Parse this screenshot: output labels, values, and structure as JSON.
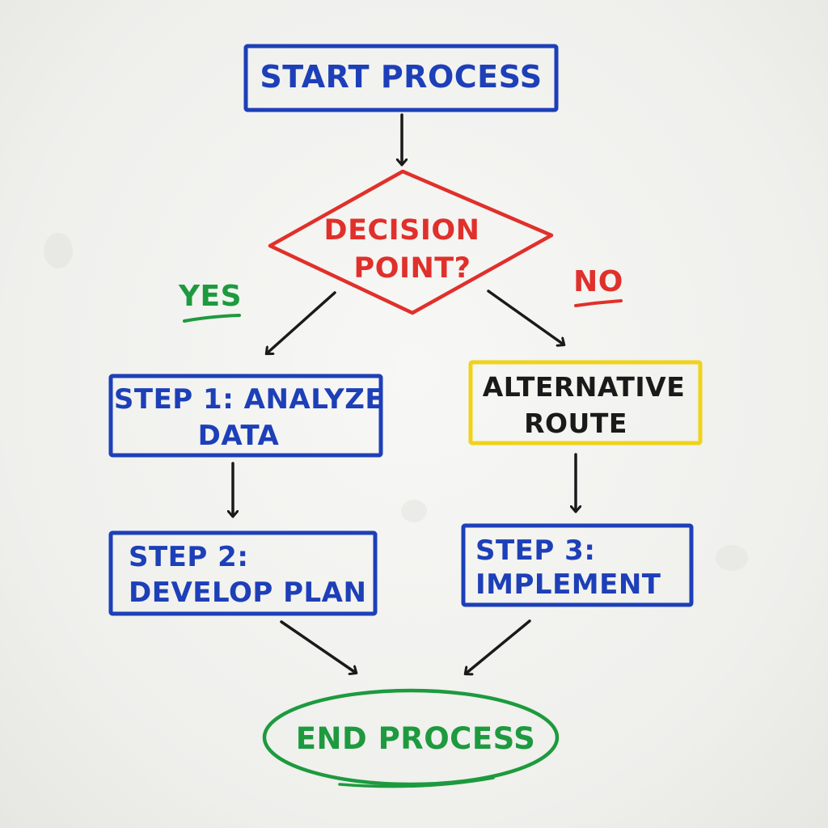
{
  "diagram": {
    "start": {
      "label": "START PROCESS"
    },
    "decision": {
      "line1": "DECISION",
      "line2": "POINT?"
    },
    "branch_yes": {
      "label": "YES"
    },
    "branch_no": {
      "label": "NO"
    },
    "step1": {
      "line1": "STEP 1: ANALYZE",
      "line2": "DATA"
    },
    "alternative": {
      "line1": "ALTERNATIVE",
      "line2": "ROUTE"
    },
    "step2": {
      "line1": "STEP 2:",
      "line2": "DEVELOP PLAN"
    },
    "step3": {
      "line1": "STEP 3:",
      "line2": "IMPLEMENT"
    },
    "end": {
      "label": "END PROCESS"
    }
  },
  "colors": {
    "blue": "#1d3fb8",
    "red": "#e0302b",
    "yellow": "#f0d21a",
    "green": "#1d9a3e",
    "arrow": "#1a1a1a"
  }
}
